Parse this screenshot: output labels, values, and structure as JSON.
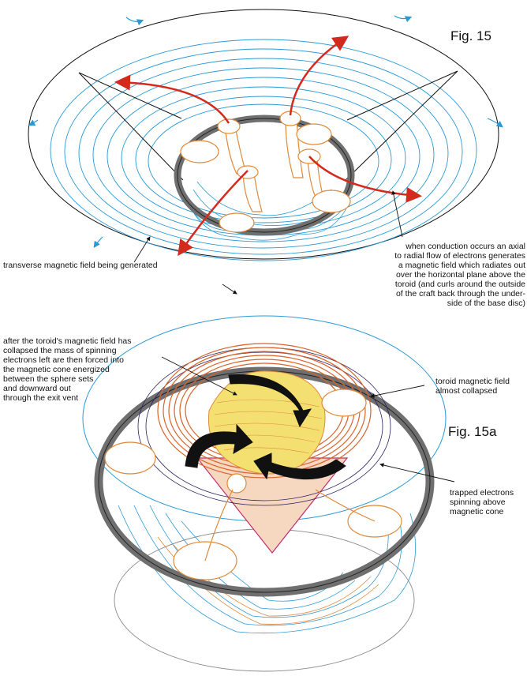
{
  "figures": {
    "fig15_title": "Fig. 15",
    "fig15a_title": "Fig. 15a"
  },
  "labels": {
    "conduction": "when conduction occurs an axial\nto radial flow of electrons generates\na magnetic field which radiates out\nover the horizontal plane above the\ntoroid (and curls around the outside\nof the craft back through the under-\nside of the base disc)",
    "transverse": "transverse magnetic field being generated",
    "collapsed": "after the toroid's magnetic field has\ncollapsed the mass of spinning\nelectrons left are then forced into\nthe magnetic cone energized\nbetween the sphere sets\nand downward out\nthrough the exit vent",
    "toroid_field": "toroid magnetic field\nalmost collapsed",
    "trapped": "trapped electrons\nspinning above\nmagnetic cone"
  },
  "colors": {
    "field_line": "#2a9ad6",
    "electron_flow": "#d42a1e",
    "toroid_ring": "#7a7a7a",
    "sphere_stalk": "#e08a3a",
    "coil": "#d9632a",
    "cone": "#f4e070",
    "spin_arrow": "#111111"
  }
}
